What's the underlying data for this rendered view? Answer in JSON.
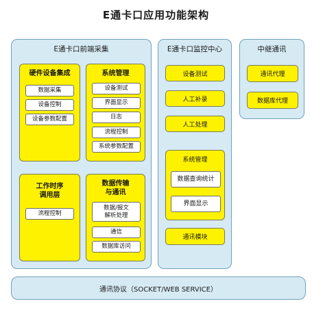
{
  "title": "E通卡口应用功能架构",
  "front": {
    "label": "E通卡口前端采集",
    "hardware": {
      "title": "硬件设备集成",
      "items": [
        "数据采集",
        "设备控制",
        "设备参数配置"
      ]
    },
    "system": {
      "title": "系统管理",
      "items": [
        "设备测试",
        "界面显示",
        "日志",
        "流程控制",
        "系统参数配置"
      ]
    },
    "timing": {
      "title_line1": "工作时序",
      "title_line2": "调用层",
      "items": [
        "流程控制"
      ]
    },
    "transfer": {
      "title_line1": "数据传输",
      "title_line2": "与通讯",
      "item_parse_line1": "数据/报文",
      "item_parse_line2": "解析处理",
      "items": [
        "通信",
        "数据库访问"
      ]
    }
  },
  "monitor": {
    "label": "E通卡口监控中心",
    "buttons_top": [
      "设备测试",
      "人工补录",
      "人工处理"
    ],
    "sysmgmt": {
      "title": "系统管理",
      "items": [
        "数据查询统计",
        "界面显示"
      ]
    },
    "button_bottom": "通讯模块"
  },
  "relay": {
    "label": "中继通讯",
    "buttons": [
      "通讯代理",
      "数据库代理"
    ]
  },
  "protocol": {
    "label": "通讯协议（SOCKET/WEB SERVICE）"
  }
}
